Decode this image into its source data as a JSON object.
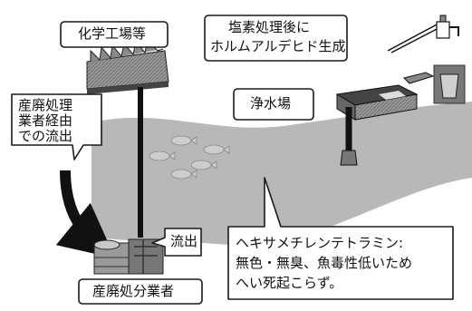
{
  "labels": {
    "chemical_plant": "化学工場等",
    "chlorine_box_line1": "塩素処理後に",
    "chlorine_box_line2": "ホルムアルデヒド生成",
    "water_plant": "浄水場",
    "industrial_waste_line1": "産廃処理",
    "industrial_waste_line2": "業者経由",
    "industrial_waste_line3": "での流出",
    "outflow": "流出",
    "hmt_line1": "ヘキサメチレンテトラミン:",
    "hmt_line2": "無色・無臭、魚毒性低いため",
    "hmt_line3": "へい死起こらず。",
    "disposal_company": "産廃処分業者"
  },
  "colors": {
    "river": "#b8b8b8",
    "box_stroke": "#1a1a1a",
    "text": "#111111"
  }
}
